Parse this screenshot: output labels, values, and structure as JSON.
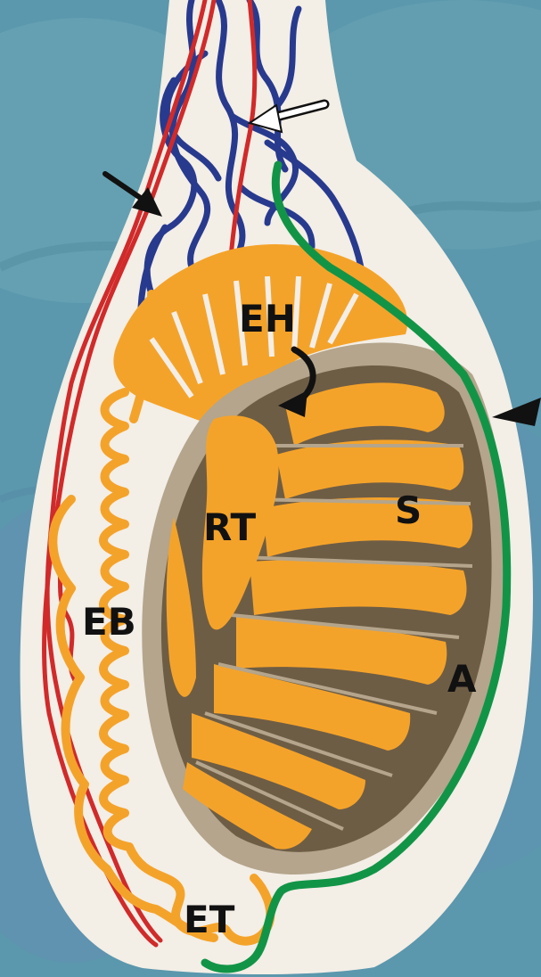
{
  "labels": {
    "eh": "EH",
    "rt": "RT",
    "s": "S",
    "eb": "EB",
    "a": "A",
    "et": "ET"
  },
  "colors": {
    "background": "#5b97ad",
    "scrotal_sac": "#f3eee6",
    "testis_capsule": "#b4a58c",
    "testis_septa": "#6e5d45",
    "epididymis": "#f4a32a",
    "artery": "#d12a2a",
    "vein": "#283a8e",
    "tunica_line": "#129447",
    "arrows": "#111111"
  },
  "icons": [
    "black-arrow-icon",
    "white-arrow-icon",
    "curved-arrow-icon",
    "arrowhead-icon"
  ]
}
